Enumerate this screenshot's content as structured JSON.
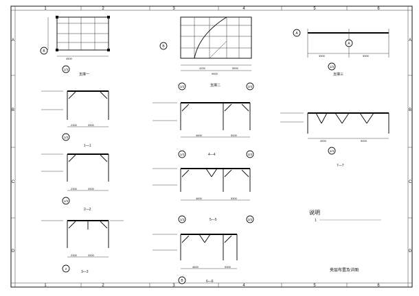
{
  "sheet": {
    "col_labels": [
      "1",
      "2",
      "3",
      "4",
      "5",
      "6"
    ],
    "row_labels": [
      "A",
      "B",
      "C",
      "D"
    ]
  },
  "plans": {
    "p1": {
      "caption": "支撑一",
      "dim_left": "4500",
      "axis_b": "B",
      "axis_1": "1/3"
    },
    "p2": {
      "caption": "支撑二",
      "dim_left": "4200",
      "dim_right": "5500",
      "dim_total": "9600",
      "axis_b": "B",
      "axis_1": "1/3",
      "axis_2": "2/3"
    },
    "p3": {
      "caption": "支撑三",
      "dim_left": "3900",
      "dim_right": "5900",
      "axis_a": "A",
      "axis_a2": "A",
      "axis_b": "1/3"
    }
  },
  "sections": {
    "s11": {
      "caption": "1—1",
      "dim_a": "2300",
      "dim_b": "2500",
      "axis": "1/3"
    },
    "s22": {
      "caption": "2—2",
      "dim_a": "2300",
      "dim_b": "2500",
      "axis": "1/3"
    },
    "s33": {
      "caption": "3—3",
      "dim_a": "2300",
      "dim_b": "2500",
      "axis": "2"
    },
    "s44": {
      "caption": "4—4",
      "dim_a": "4600",
      "dim_b": "5000",
      "axis_l": "1/3",
      "axis_r": "2/3"
    },
    "s55": {
      "caption": "5—5",
      "dim_a": "4600",
      "dim_b": "5300",
      "axis_l": "1/3",
      "axis_r": "2/3"
    },
    "s66": {
      "caption": "6—6",
      "dim_a": "4600",
      "dim_b": "5300",
      "axis_b": "B"
    },
    "s77": {
      "caption": "7—7",
      "dim_a": "4500",
      "dim_b": "5000",
      "axis": "1/3"
    }
  },
  "notes": {
    "heading": "说明",
    "line1_num": "1"
  },
  "title_block": {
    "title": "夹层布置及详图"
  }
}
